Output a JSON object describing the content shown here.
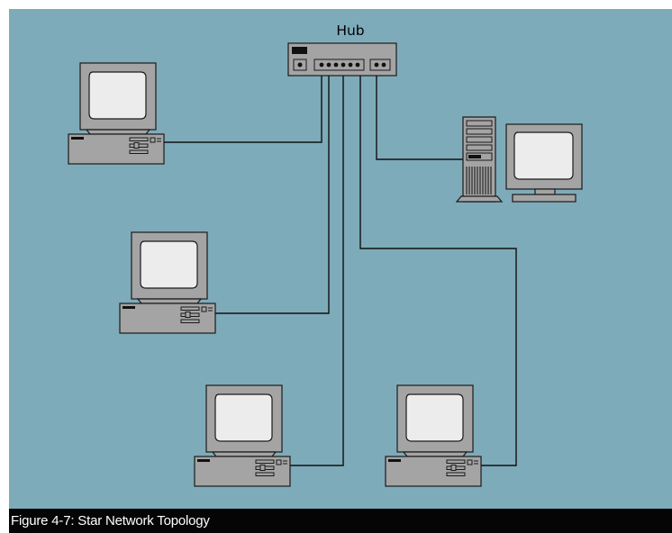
{
  "diagram": {
    "background": "#7eabb9",
    "hub_label": "Hub",
    "nodes": [
      {
        "id": "workstation-top-left",
        "icon": "desktop-computer-icon"
      },
      {
        "id": "server",
        "icon": "server-tower-icon"
      },
      {
        "id": "workstation-middle-left",
        "icon": "desktop-computer-icon"
      },
      {
        "id": "workstation-bottom-center",
        "icon": "desktop-computer-icon"
      },
      {
        "id": "workstation-bottom-right",
        "icon": "desktop-computer-icon"
      }
    ],
    "links": [
      {
        "from": "hub",
        "to": "workstation-top-left"
      },
      {
        "from": "hub",
        "to": "server"
      },
      {
        "from": "hub",
        "to": "workstation-middle-left"
      },
      {
        "from": "hub",
        "to": "workstation-bottom-center"
      },
      {
        "from": "hub",
        "to": "workstation-bottom-right"
      }
    ]
  },
  "caption": {
    "text": "Figure 4-7: Star Network Topology",
    "background": "#050505",
    "color": "#ffffff"
  },
  "colors": {
    "device_body": "#a4a4a4",
    "screen": "#ececec",
    "outline": "#1a1a1a",
    "cable": "#111111"
  }
}
